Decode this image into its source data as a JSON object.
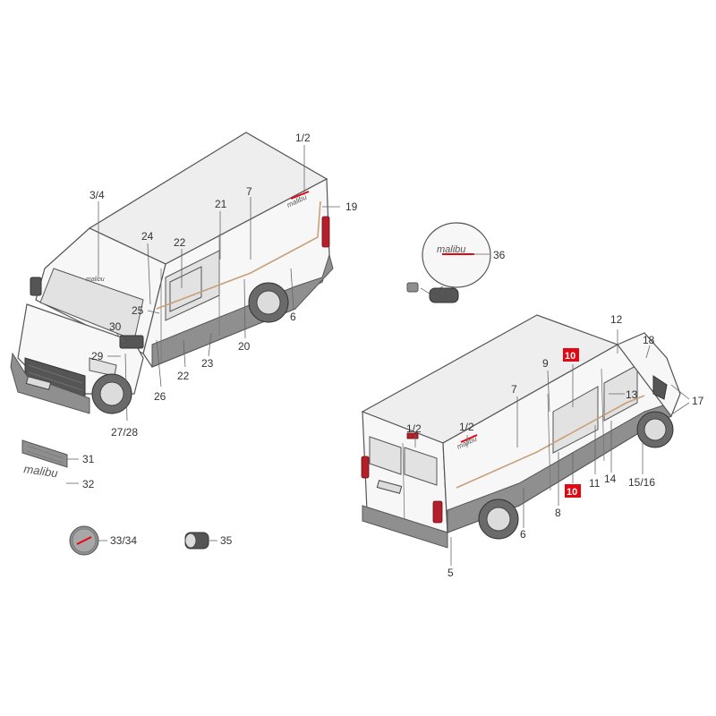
{
  "callouts": {
    "c1_2_front": "1/2",
    "c3_4": "3/4",
    "c7_front": "7",
    "c19": "19",
    "c21": "21",
    "c24": "24",
    "c22_top": "22",
    "c25": "25",
    "c30": "30",
    "c29": "29",
    "c26": "26",
    "c22_bottom": "22",
    "c23": "23",
    "c20": "20",
    "c6_front": "6",
    "c27_28": "27/28",
    "c36": "36",
    "c12": "12",
    "c18": "18",
    "c9": "9",
    "c10_top": "10",
    "c7_rear": "7",
    "c13": "13",
    "c17": "17",
    "c1_2_rear_a": "1/2",
    "c1_2_rear_b": "1/2",
    "c11": "11",
    "c14": "14",
    "c15_16": "15/16",
    "c10_bottom": "10",
    "c8": "8",
    "c6_rear": "6",
    "c5": "5",
    "c31": "31",
    "c32": "32",
    "c33_34": "33/34",
    "c35": "35"
  },
  "branding": {
    "logo_word": "malibu"
  },
  "colors": {
    "highlight": "#e30613",
    "line": "#555555",
    "trim": "#8f8f8f",
    "stripe": "#c8a07a"
  }
}
